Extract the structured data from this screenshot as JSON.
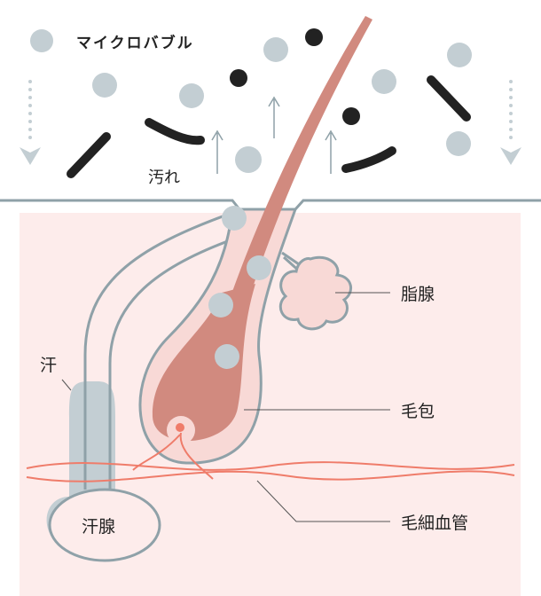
{
  "labels": {
    "microbubble": "マイクロバブル",
    "dirt": "汚れ",
    "sebaceous_gland": "脂腺",
    "sweat": "汗",
    "hair_follicle": "毛包",
    "capillaries": "毛細血管",
    "sweat_gland": "汗腺"
  },
  "colors": {
    "skin": "#fdeceb",
    "outline": "#8fa1a8",
    "bubble": "#c3ced3",
    "dirt": "#222222",
    "hair": "#d18a7f",
    "vessel": "#ef7c6a",
    "follicle_fill": "#f8d9d6",
    "leader": "#555555"
  },
  "icons": [
    "down-arrow-icon",
    "up-arrow-icon"
  ]
}
